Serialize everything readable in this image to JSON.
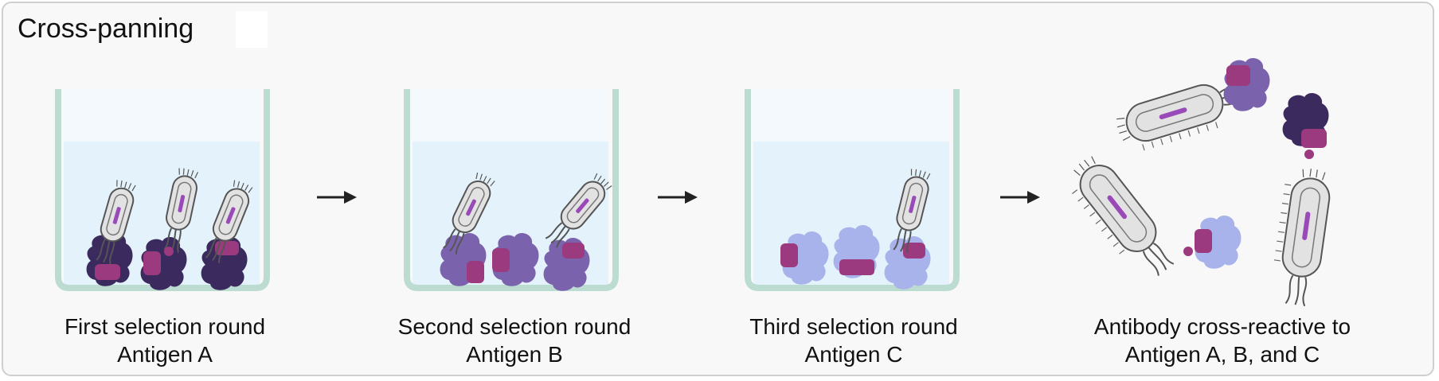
{
  "title": "Cross-panning",
  "steps": [
    {
      "line1": "First selection round",
      "line2": "Antigen A"
    },
    {
      "line1": "Second selection round",
      "line2": "Antigen B"
    },
    {
      "line1": "Third selection round",
      "line2": "Antigen C"
    }
  ],
  "result": {
    "line1": "Antibody cross-reactive to",
    "line2": "Antigen A, B, and C"
  },
  "colors": {
    "antigen_a": "#3b2a5e",
    "antigen_b": "#7b62ad",
    "antigen_c": "#a7b3ea",
    "binder": "#9b3a7e",
    "well_border": "#bcdcd2",
    "well_fluid": "#e3f1fc",
    "phage_body": "#e0e0e0",
    "phage_dna": "#9a4ab8"
  }
}
